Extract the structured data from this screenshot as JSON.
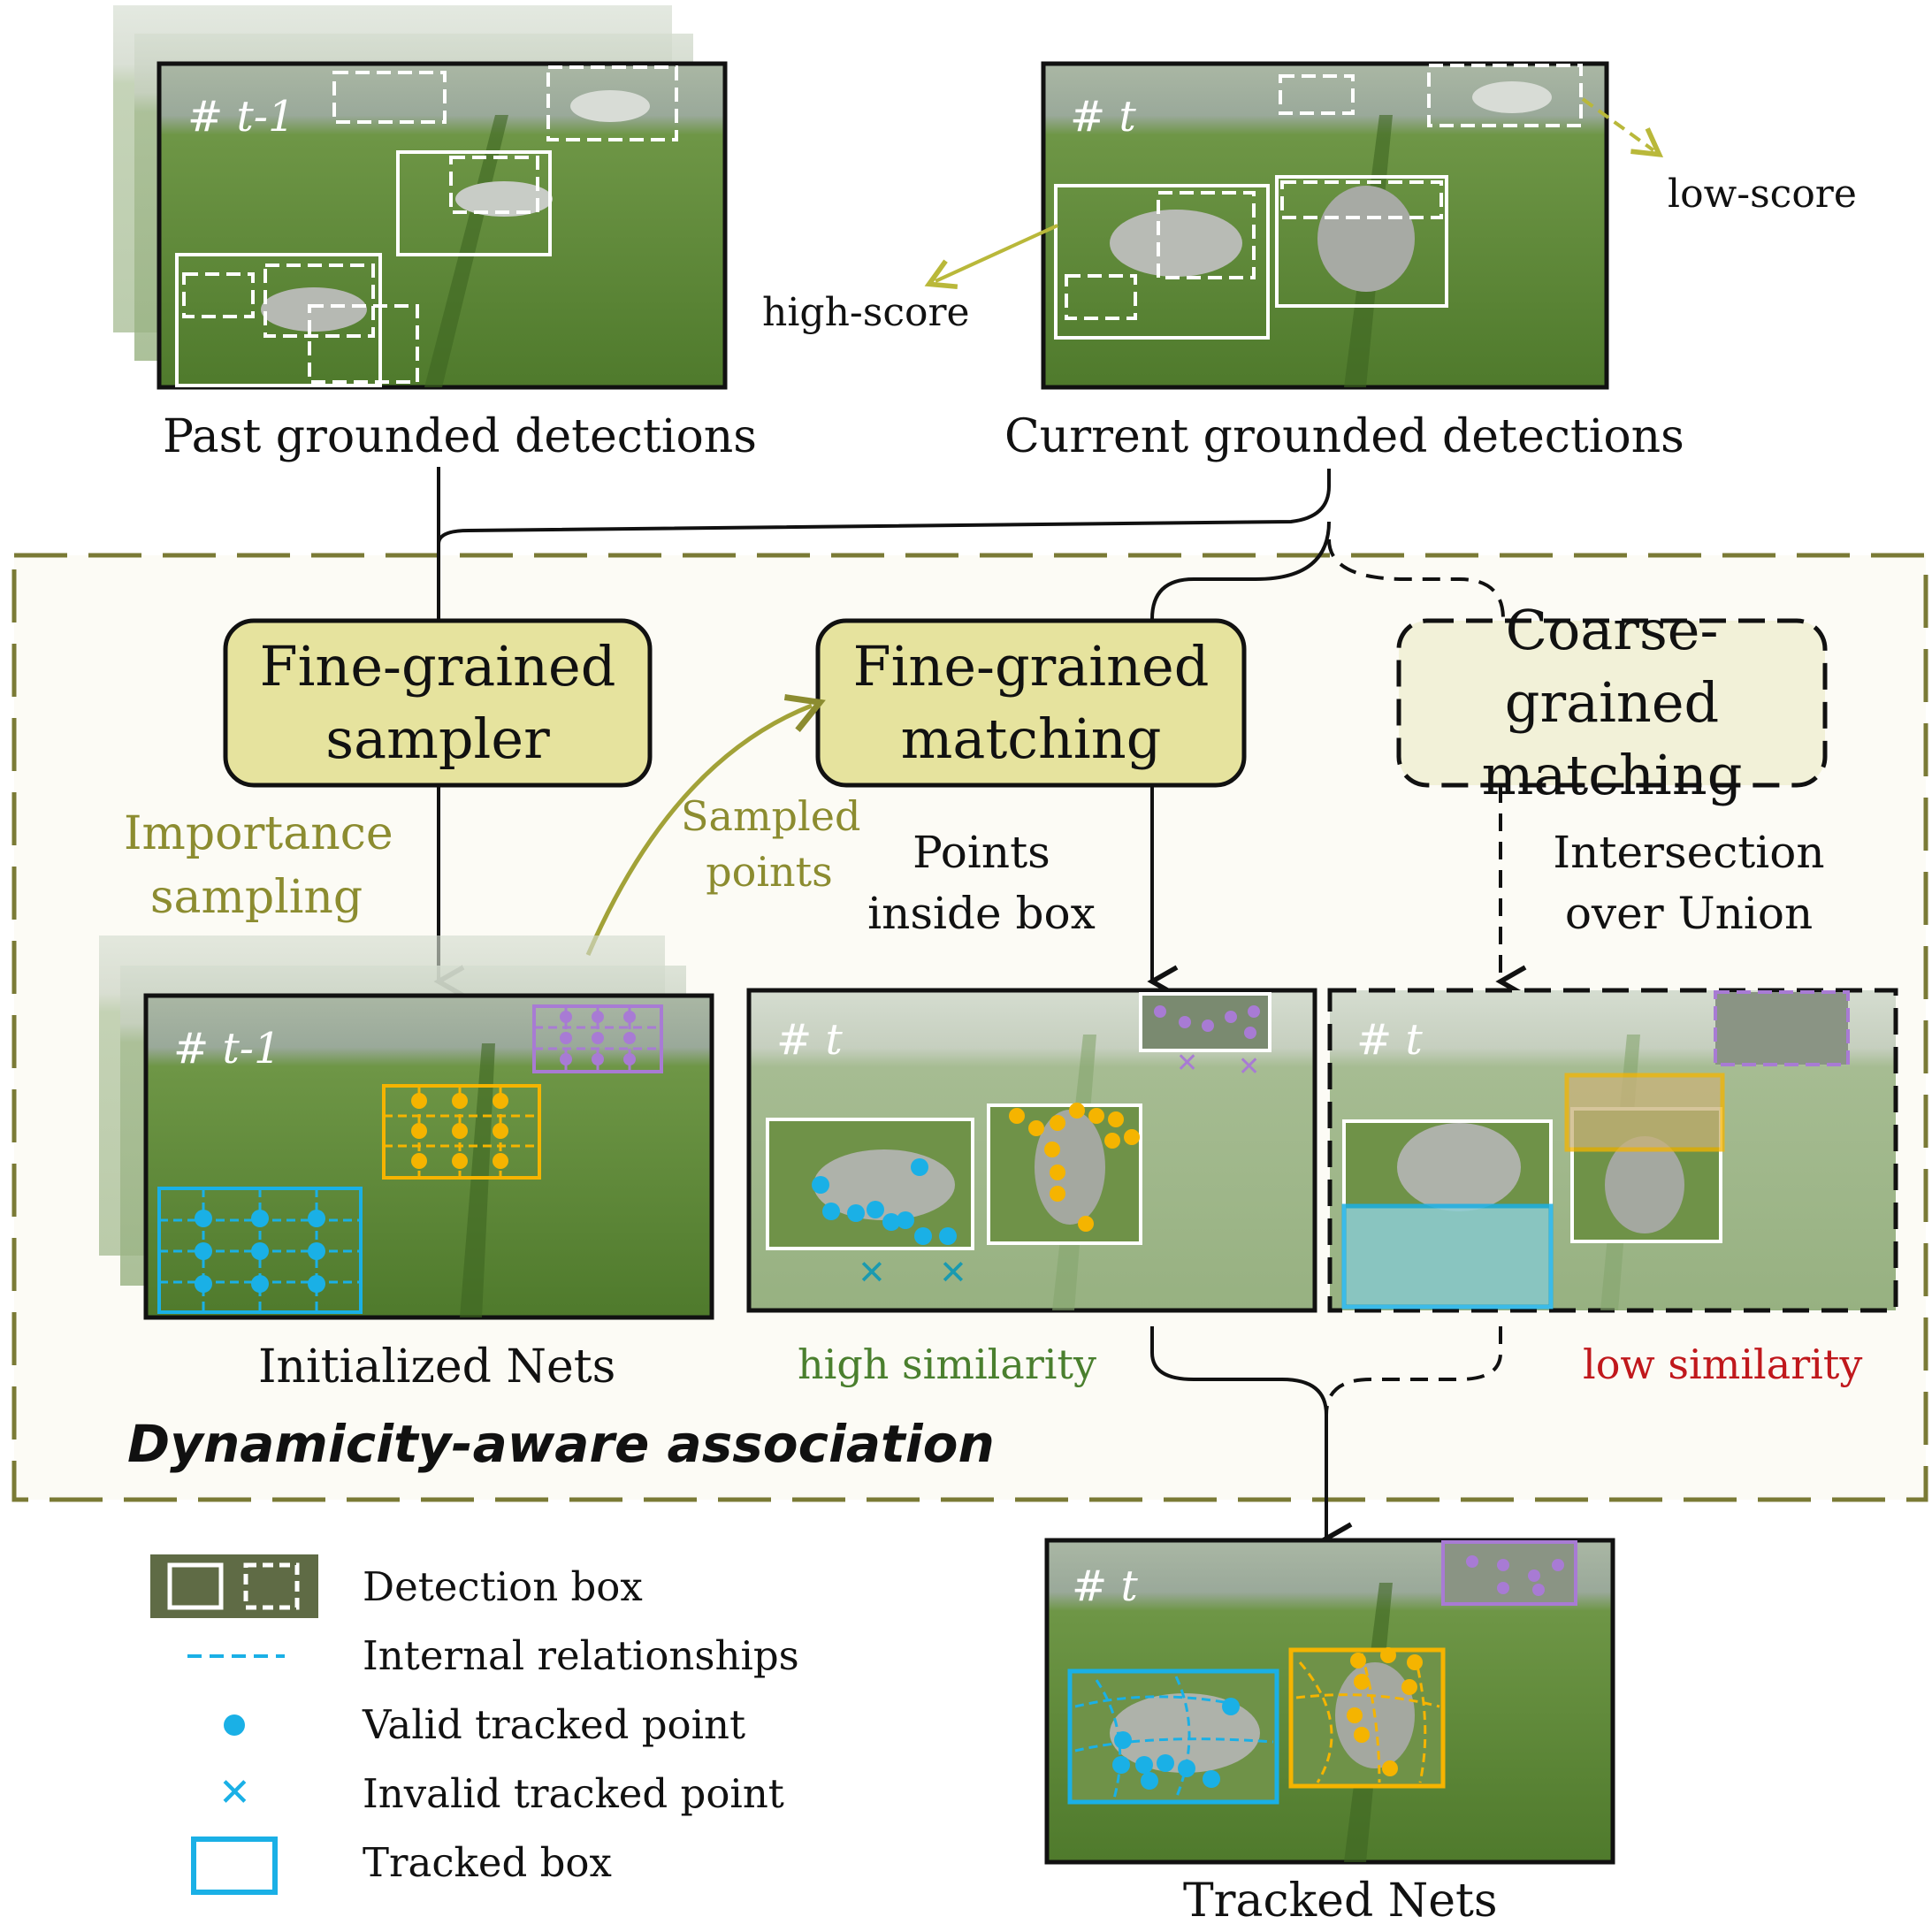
{
  "frames": {
    "past": {
      "tag": "# t-1",
      "caption": "Past grounded detections"
    },
    "current": {
      "tag": "# t",
      "caption": "Current grounded detections",
      "high_score_label": "high-score",
      "low_score_label": "low-score"
    },
    "init_nets": {
      "tag": "# t-1",
      "caption": "Initialized Nets"
    },
    "fine_match": {
      "tag": "# t"
    },
    "coarse_match": {
      "tag": "# t"
    },
    "tracked": {
      "tag": "# t",
      "caption": "Tracked Nets"
    }
  },
  "association": {
    "title": "Dynamicity-aware association",
    "sampler": {
      "line1": "Fine-grained",
      "line2": "sampler"
    },
    "fine_matching": {
      "line1": "Fine-grained",
      "line2": "matching"
    },
    "coarse_matching": {
      "line1": "Coarse-grained",
      "line2": "matching"
    },
    "importance_sampling": {
      "line1": "Importance",
      "line2": "sampling"
    },
    "sampled_points": {
      "line1": "Sampled",
      "line2": "points"
    },
    "points_inside_box": {
      "line1": "Points",
      "line2": "inside box"
    },
    "iou": {
      "line1": "Intersection",
      "line2": "over Union"
    },
    "high_similarity": "high similarity",
    "low_similarity": "low similarity"
  },
  "legend": [
    {
      "icon": "detection-box-icon",
      "label": "Detection box"
    },
    {
      "icon": "dashed-line-icon",
      "label": "Internal relationships"
    },
    {
      "icon": "dot-icon",
      "label": "Valid tracked point"
    },
    {
      "icon": "cross-icon",
      "label": "Invalid tracked point"
    },
    {
      "icon": "tracked-box-icon",
      "label": "Tracked box"
    }
  ],
  "colors": {
    "field": "#5f8a3a",
    "sky": "#c9d3c3",
    "box_fill": "#e6e39e",
    "region_fill": "#fcfbf5",
    "region_border": "#7a7a35",
    "olive_text": "#8c8c30",
    "cyan": "#1ab0e6",
    "orange": "#f5b400",
    "purple": "#a87bd4",
    "green_text": "#4a7f2e",
    "red_text": "#c0181c"
  }
}
